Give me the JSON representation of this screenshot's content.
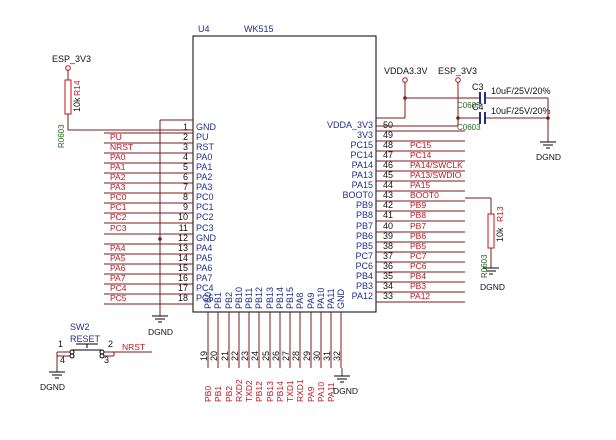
{
  "chip": {
    "ref": "U4",
    "name": "WK515"
  },
  "left_pins": [
    {
      "name": "GND",
      "num": "1",
      "net": ""
    },
    {
      "name": "PU",
      "num": "2",
      "net": "PU"
    },
    {
      "name": "RST",
      "num": "3",
      "net": "NRST"
    },
    {
      "name": "PA0",
      "num": "4",
      "net": "PA0"
    },
    {
      "name": "PA1",
      "num": "5",
      "net": "PA1"
    },
    {
      "name": "PA2",
      "num": "6",
      "net": "PA2"
    },
    {
      "name": "PA3",
      "num": "7",
      "net": "PA3"
    },
    {
      "name": "PC0",
      "num": "8",
      "net": "PC0"
    },
    {
      "name": "PC1",
      "num": "9",
      "net": "PC1"
    },
    {
      "name": "PC2",
      "num": "10",
      "net": "PC2"
    },
    {
      "name": "PC3",
      "num": "11",
      "net": "PC3"
    },
    {
      "name": "GND",
      "num": "12",
      "net": ""
    },
    {
      "name": "PA4",
      "num": "13",
      "net": "PA4"
    },
    {
      "name": "PA5",
      "num": "14",
      "net": "PA5"
    },
    {
      "name": "PA6",
      "num": "15",
      "net": "PA6"
    },
    {
      "name": "PA7",
      "num": "16",
      "net": "PA7"
    },
    {
      "name": "PC4",
      "num": "17",
      "net": "PC4"
    },
    {
      "name": "PC5",
      "num": "18",
      "net": "PC5"
    }
  ],
  "right_pins": [
    {
      "name": "VDDA_3V3",
      "num": "50",
      "net": ""
    },
    {
      "name": "3V3",
      "num": "49",
      "net": ""
    },
    {
      "name": "PC15",
      "num": "48",
      "net": "PC15"
    },
    {
      "name": "PC14",
      "num": "47",
      "net": "PC14"
    },
    {
      "name": "PA14",
      "num": "46",
      "net": "PA14/SWCLK"
    },
    {
      "name": "PA13",
      "num": "45",
      "net": "PA13/SWDIO"
    },
    {
      "name": "PA15",
      "num": "44",
      "net": "PA15"
    },
    {
      "name": "BOOT0",
      "num": "43",
      "net": "BOOT0"
    },
    {
      "name": "PB9",
      "num": "42",
      "net": "PB9"
    },
    {
      "name": "PB8",
      "num": "41",
      "net": "PB8"
    },
    {
      "name": "PB7",
      "num": "40",
      "net": "PB7"
    },
    {
      "name": "PB6",
      "num": "39",
      "net": "PB6"
    },
    {
      "name": "PB5",
      "num": "38",
      "net": "PB5"
    },
    {
      "name": "PC7",
      "num": "37",
      "net": "PC7"
    },
    {
      "name": "PC6",
      "num": "36",
      "net": "PC6"
    },
    {
      "name": "PB4",
      "num": "35",
      "net": "PB4"
    },
    {
      "name": "PB3",
      "num": "34",
      "net": "PB3"
    },
    {
      "name": "PA12",
      "num": "33",
      "net": "PA12"
    }
  ],
  "bottom_pins": [
    {
      "name": "PB0",
      "num": "19",
      "net": "PB0"
    },
    {
      "name": "PB1",
      "num": "20",
      "net": "PB1"
    },
    {
      "name": "PB2",
      "num": "21",
      "net": "PB2"
    },
    {
      "name": "PB10",
      "num": "22",
      "net": "RXD2"
    },
    {
      "name": "PB11",
      "num": "23",
      "net": "TXD2"
    },
    {
      "name": "PB12",
      "num": "24",
      "net": "PB12"
    },
    {
      "name": "PB13",
      "num": "25",
      "net": "PB13"
    },
    {
      "name": "PB14",
      "num": "26",
      "net": "PB14"
    },
    {
      "name": "PB15",
      "num": "27",
      "net": "TXD1"
    },
    {
      "name": "PA8",
      "num": "28",
      "net": "RXD1"
    },
    {
      "name": "PA9",
      "num": "29",
      "net": "PA9"
    },
    {
      "name": "PA10",
      "num": "30",
      "net": "PA10"
    },
    {
      "name": "PA11",
      "num": "31",
      "net": "PA11"
    },
    {
      "name": "GND",
      "num": "32",
      "net": ""
    }
  ],
  "power": {
    "esp_3v3_left": "ESP_3V3",
    "esp_3v3_right": "ESP_3V3",
    "vdda": "VDDA3.3V"
  },
  "r14": {
    "ref": "R14",
    "value": "10k",
    "pkg": "R0603"
  },
  "r13": {
    "ref": "R13",
    "value": "10k",
    "pkg": "R0603"
  },
  "c3": {
    "ref": "C3",
    "value": "10uF/25V/20%",
    "pkg": "C0603"
  },
  "c4": {
    "ref": "C4",
    "value": "10uF/25V/20%",
    "pkg": "C0603"
  },
  "sw2": {
    "ref": "SW2",
    "name": "RESET",
    "pin1": "1",
    "pin2": "2",
    "pin3": "3",
    "pin4": "4",
    "net": "NRST"
  },
  "gnd_labels": {
    "g_chip_left": "DGND",
    "g_chip_bottom": "DGND",
    "g_caps": "DGND",
    "g_r13": "DGND",
    "g_sw": "DGND"
  },
  "colors": {
    "wire": "#7a1b1b",
    "net_label": "#c0161e",
    "pin_name": "#1f2e8a",
    "package": "#1d6b1d"
  }
}
